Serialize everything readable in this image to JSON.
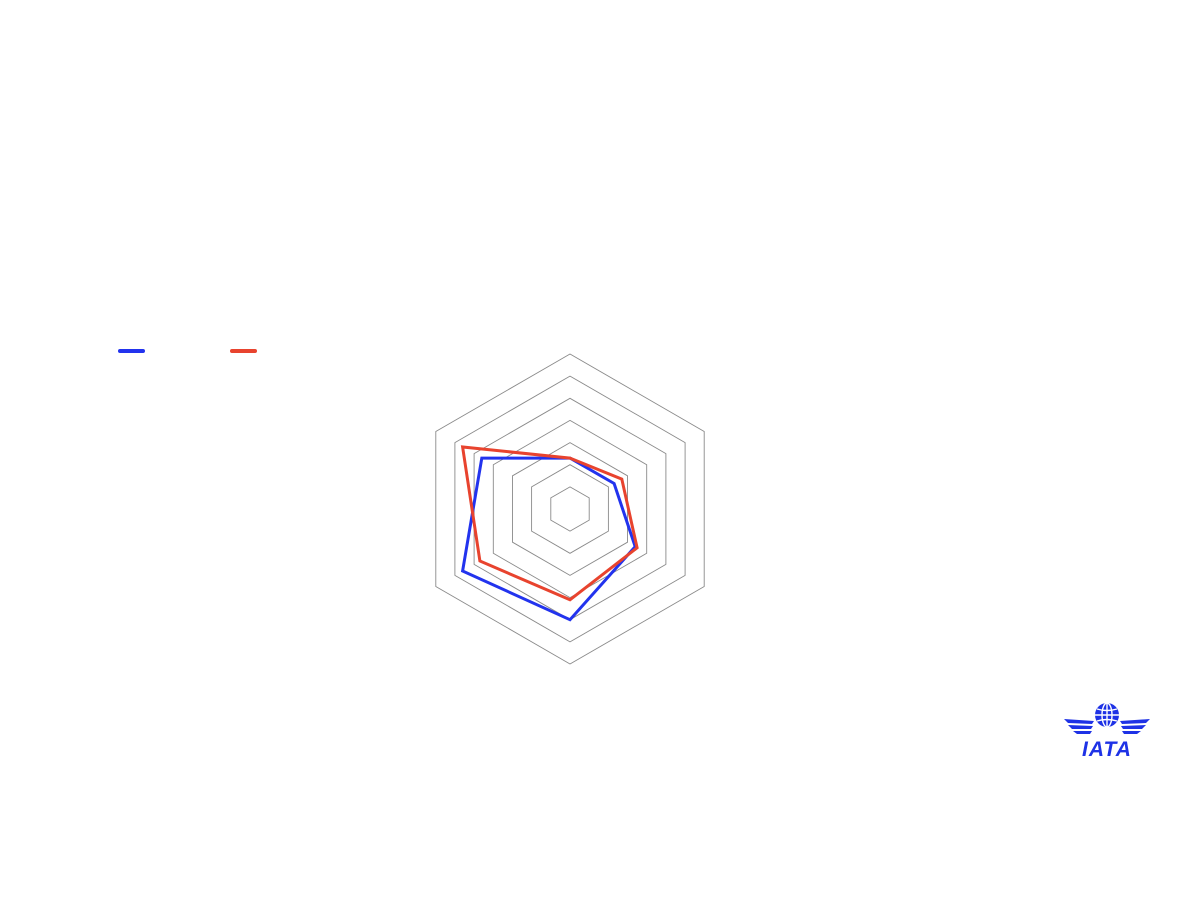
{
  "chart_data": {
    "type": "radar",
    "axes": [
      "",
      "",
      "",
      "",
      "",
      ""
    ],
    "rlim": [
      0,
      7
    ],
    "ring_count": 7,
    "grid": true,
    "legend_position": "top-left",
    "series": [
      {
        "color": "#2233ee",
        "values": [
          2.3,
          2.3,
          3.4,
          5.0,
          5.6,
          4.6
        ]
      },
      {
        "color": "#e8432e",
        "values": [
          2.3,
          2.7,
          3.5,
          4.1,
          4.7,
          5.6
        ]
      }
    ]
  },
  "logo": {
    "text": "IATA",
    "color": "#1e32e6"
  }
}
